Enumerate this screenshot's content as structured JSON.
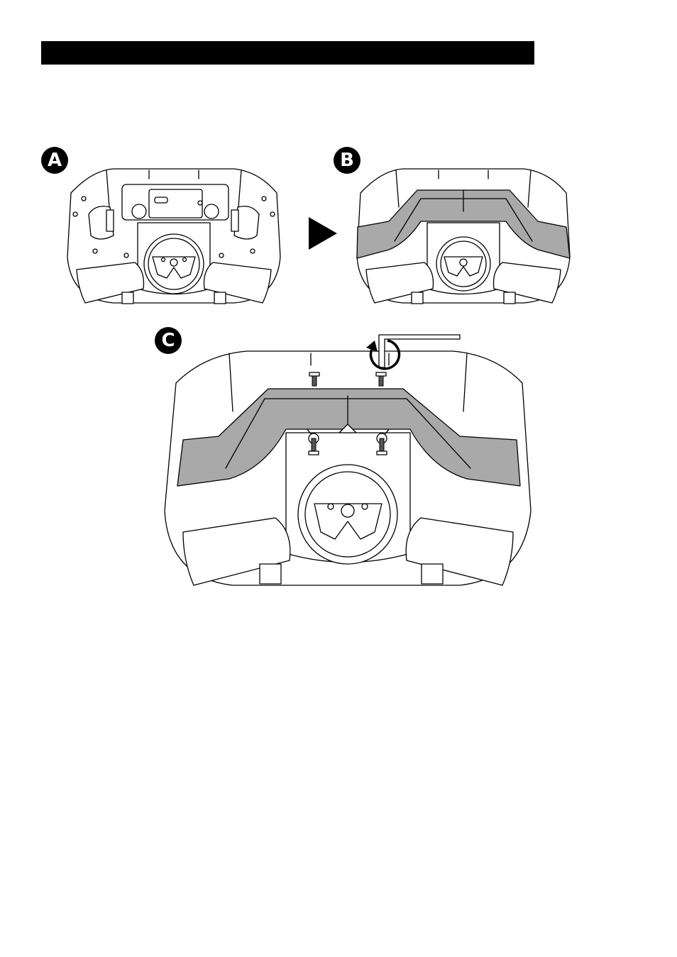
{
  "header": {
    "bar_color": "#000000"
  },
  "steps": {
    "a": {
      "label": "A"
    },
    "b": {
      "label": "B"
    },
    "c": {
      "label": "C"
    }
  },
  "icons": {
    "arrow": "right-arrow-icon",
    "rotate": "rotate-arrow-icon",
    "tool": "hex-key-icon"
  },
  "colors": {
    "plate_fill": "#a9a9a9",
    "line": "#000000"
  }
}
